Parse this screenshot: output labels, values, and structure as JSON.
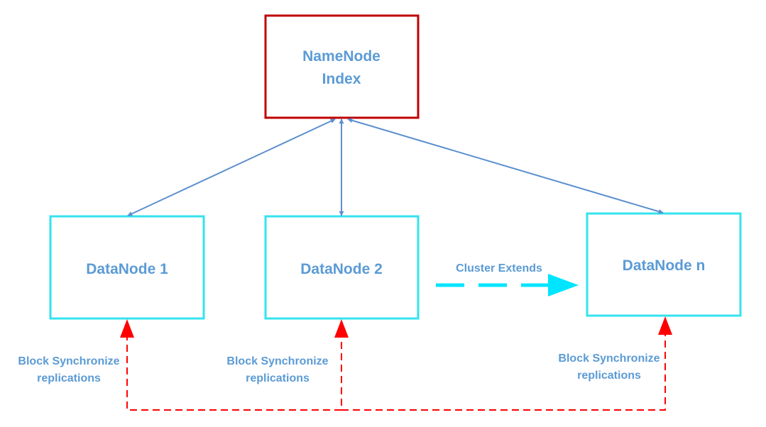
{
  "colors": {
    "background": "#ffffff",
    "namenode_border": "#c00000",
    "datanode_border": "#33e3ee",
    "label_text": "#5b9bd5",
    "connector": "#5b8fcf",
    "sync_line": "#ff0000",
    "extend_arrow": "#00e5ff"
  },
  "namenode": {
    "line1": "NameNode",
    "line2": "Index"
  },
  "datanodes": [
    {
      "label": "DataNode 1"
    },
    {
      "label": "DataNode 2"
    },
    {
      "label": "DataNode n"
    }
  ],
  "cluster_extends": {
    "label": "Cluster Extends"
  },
  "sync_labels": [
    {
      "line1": "Block Synchronize",
      "line2": "replications"
    },
    {
      "line1": "Block Synchronize",
      "line2": "replications"
    },
    {
      "line1": "Block Synchronize",
      "line2": "replications"
    }
  ]
}
